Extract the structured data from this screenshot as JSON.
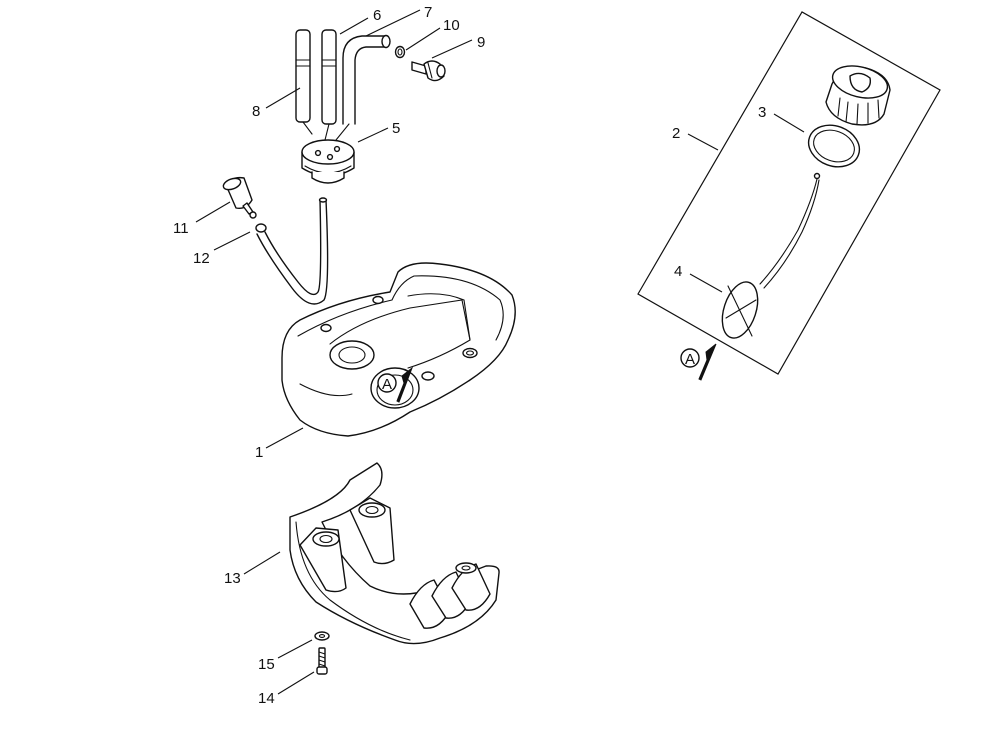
{
  "callouts": {
    "c1": "1",
    "c2": "2",
    "c3": "3",
    "c4": "4",
    "c5": "5",
    "c6": "6",
    "c7": "7",
    "c8": "8",
    "c9": "9",
    "c10": "10",
    "c11": "11",
    "c12": "12",
    "c13": "13",
    "c14": "14",
    "c15": "15"
  },
  "markers": {
    "tank_marker": "A",
    "kit_marker": "A"
  }
}
